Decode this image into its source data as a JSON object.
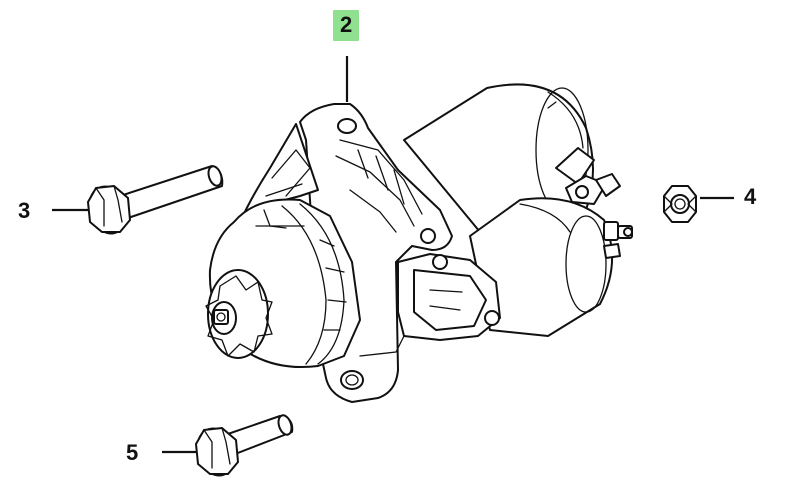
{
  "callouts": [
    {
      "id": "2",
      "label": "2",
      "highlighted": true
    },
    {
      "id": "3",
      "label": "3",
      "highlighted": false
    },
    {
      "id": "4",
      "label": "4",
      "highlighted": false
    },
    {
      "id": "5",
      "label": "5",
      "highlighted": false
    }
  ],
  "colors": {
    "highlight": "#8fe08f",
    "line": "#111111",
    "background": "#ffffff"
  },
  "parts": {
    "starter": {
      "icon": "starter-motor-icon"
    },
    "bolt_upper": {
      "icon": "bolt-icon"
    },
    "nut": {
      "icon": "hex-nut-icon"
    },
    "bolt_lower": {
      "icon": "bolt-icon"
    }
  }
}
